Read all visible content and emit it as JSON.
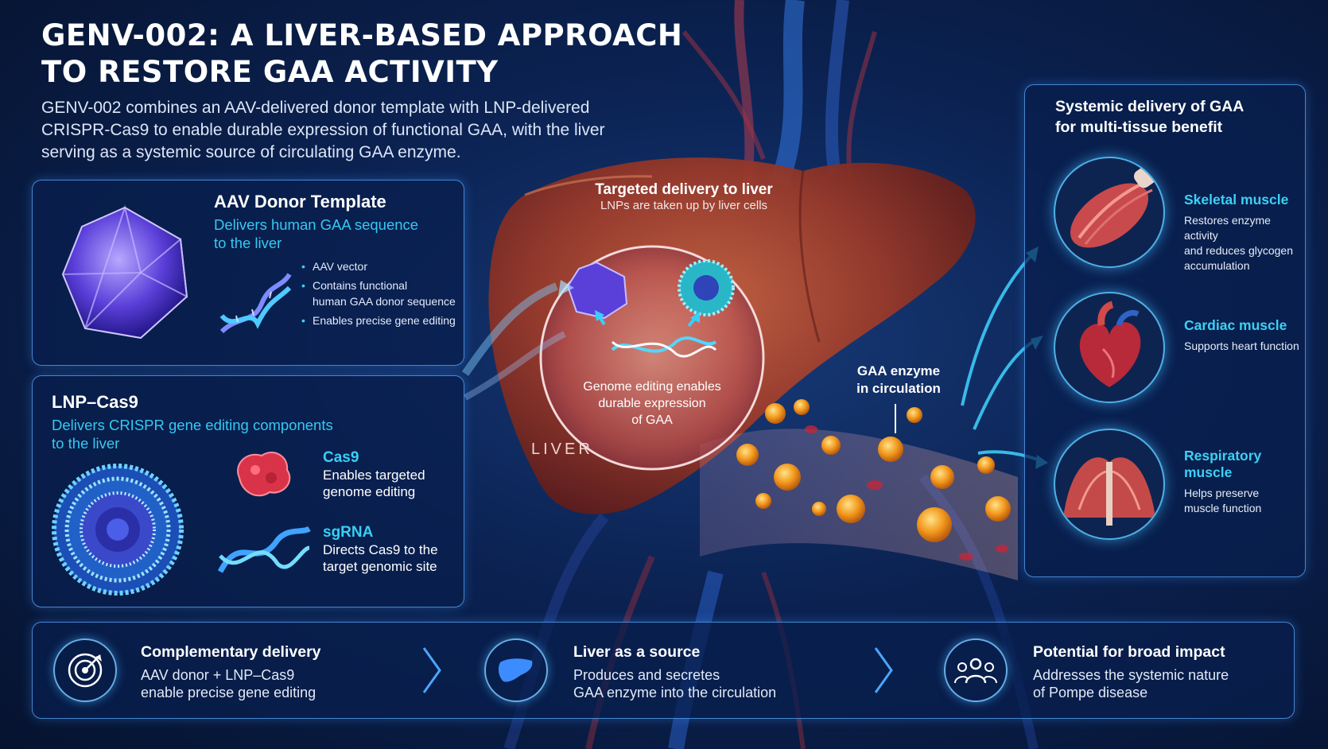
{
  "header": {
    "title_line1": "GENV-002: A LIVER-BASED APPROACH",
    "title_line2": "TO RESTORE GAA ACTIVITY",
    "intro_line1": "GENV-002 combines an AAV-delivered donor template with LNP-delivered",
    "intro_line2": "CRISPR-Cas9 to enable durable expression of functional GAA, with the liver",
    "intro_line3": "serving as a systemic source of circulating GAA enzyme."
  },
  "aav_card": {
    "title": "AAV Donor Template",
    "subtitle_line1": "Delivers human GAA sequence",
    "subtitle_line2": "to the liver",
    "bullets": [
      "AAV vector",
      "Contains functional",
      "human GAA donor sequence",
      "Enables precise gene editing"
    ]
  },
  "lnp_card": {
    "title": "LNP–Cas9",
    "subtitle_line1": "Delivers CRISPR gene editing components",
    "subtitle_line2": "to the liver",
    "cas9": {
      "label": "Cas9",
      "desc_line1": "Enables targeted",
      "desc_line2": "genome editing"
    },
    "sgrna": {
      "label": "sgRNA",
      "desc_line1": "Directs Cas9 to the",
      "desc_line2": "target genomic site"
    }
  },
  "liver": {
    "targeted_title": "Targeted delivery to liver",
    "targeted_sub": "LNPs are taken up by liver cells",
    "editing_line1": "Genome editing enables",
    "editing_line2": "durable expression",
    "editing_line3": "of GAA",
    "liver_label": "LIVER",
    "gaa_line1": "GAA enzyme",
    "gaa_line2": "in circulation"
  },
  "systemic": {
    "title_line1": "Systemic delivery of GAA",
    "title_line2": "for multi-tissue benefit",
    "organs": [
      {
        "name": "Skeletal muscle",
        "desc_line1": "Restores enzyme activity",
        "desc_line2": "and reduces glycogen",
        "desc_line3": "accumulation"
      },
      {
        "name": "Cardiac muscle",
        "desc_line1": "Supports heart function",
        "desc_line2": "",
        "desc_line3": ""
      },
      {
        "name": "Respiratory muscle",
        "desc_line1": "Helps preserve",
        "desc_line2": "muscle function",
        "desc_line3": ""
      }
    ]
  },
  "footer": {
    "items": [
      {
        "icon": "target-icon",
        "title": "Complementary delivery",
        "desc_line1": "AAV donor + LNP–Cas9",
        "desc_line2": "enable precise gene editing"
      },
      {
        "icon": "liver-icon",
        "title": "Liver as a source",
        "desc_line1": "Produces and secretes",
        "desc_line2": "GAA enzyme into the circulation"
      },
      {
        "icon": "people-icon",
        "title": "Potential for broad impact",
        "desc_line1": "Addresses the systemic nature",
        "desc_line2": "of Pompe disease"
      }
    ]
  },
  "colors": {
    "accent": "#38cff5",
    "panel_border": "#5aaaff",
    "liver": "#a8412f",
    "enzyme": "#f29a1e"
  }
}
